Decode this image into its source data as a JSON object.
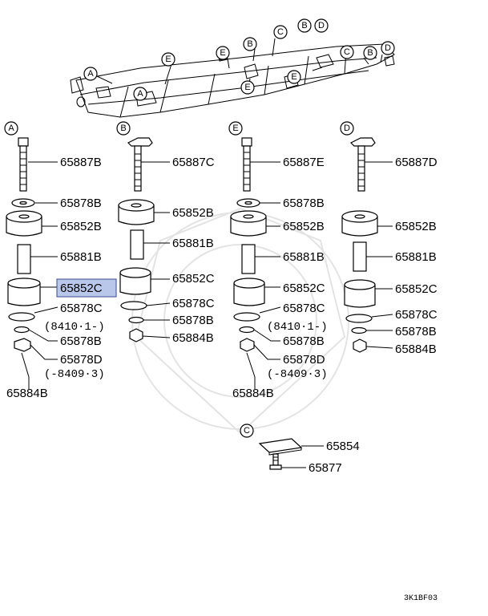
{
  "diagram": {
    "frame_callouts": [
      "A",
      "E",
      "E",
      "B",
      "C",
      "B",
      "D",
      "C",
      "B",
      "D",
      "A",
      "E",
      "E"
    ],
    "columns": [
      {
        "key": "A",
        "labels": [
          "65887B",
          "65878B",
          "65852B",
          "65881B",
          "65852C",
          "65878C",
          "65878B",
          "65878D"
        ],
        "notes": [
          "(8410·1-)",
          "(-8409·3)"
        ],
        "bottom": "65884B"
      },
      {
        "key": "B",
        "labels": [
          "65887C",
          "65852B",
          "65881B",
          "65852C",
          "65878C",
          "65878B",
          "65884B"
        ]
      },
      {
        "key": "E",
        "labels": [
          "65887E",
          "65878B",
          "65852B",
          "65881B",
          "65852C",
          "65878C",
          "65878B",
          "65878D"
        ],
        "notes": [
          "(8410·1-)",
          "(-8409·3)"
        ],
        "bottom": "65884B"
      },
      {
        "key": "D",
        "labels": [
          "65887D",
          "65852B",
          "65881B",
          "65852C",
          "65878C",
          "65878B",
          "65884B"
        ]
      }
    ],
    "section_c": {
      "key": "C",
      "labels": [
        "65854",
        "65877"
      ]
    },
    "code": "3K1BF03"
  }
}
